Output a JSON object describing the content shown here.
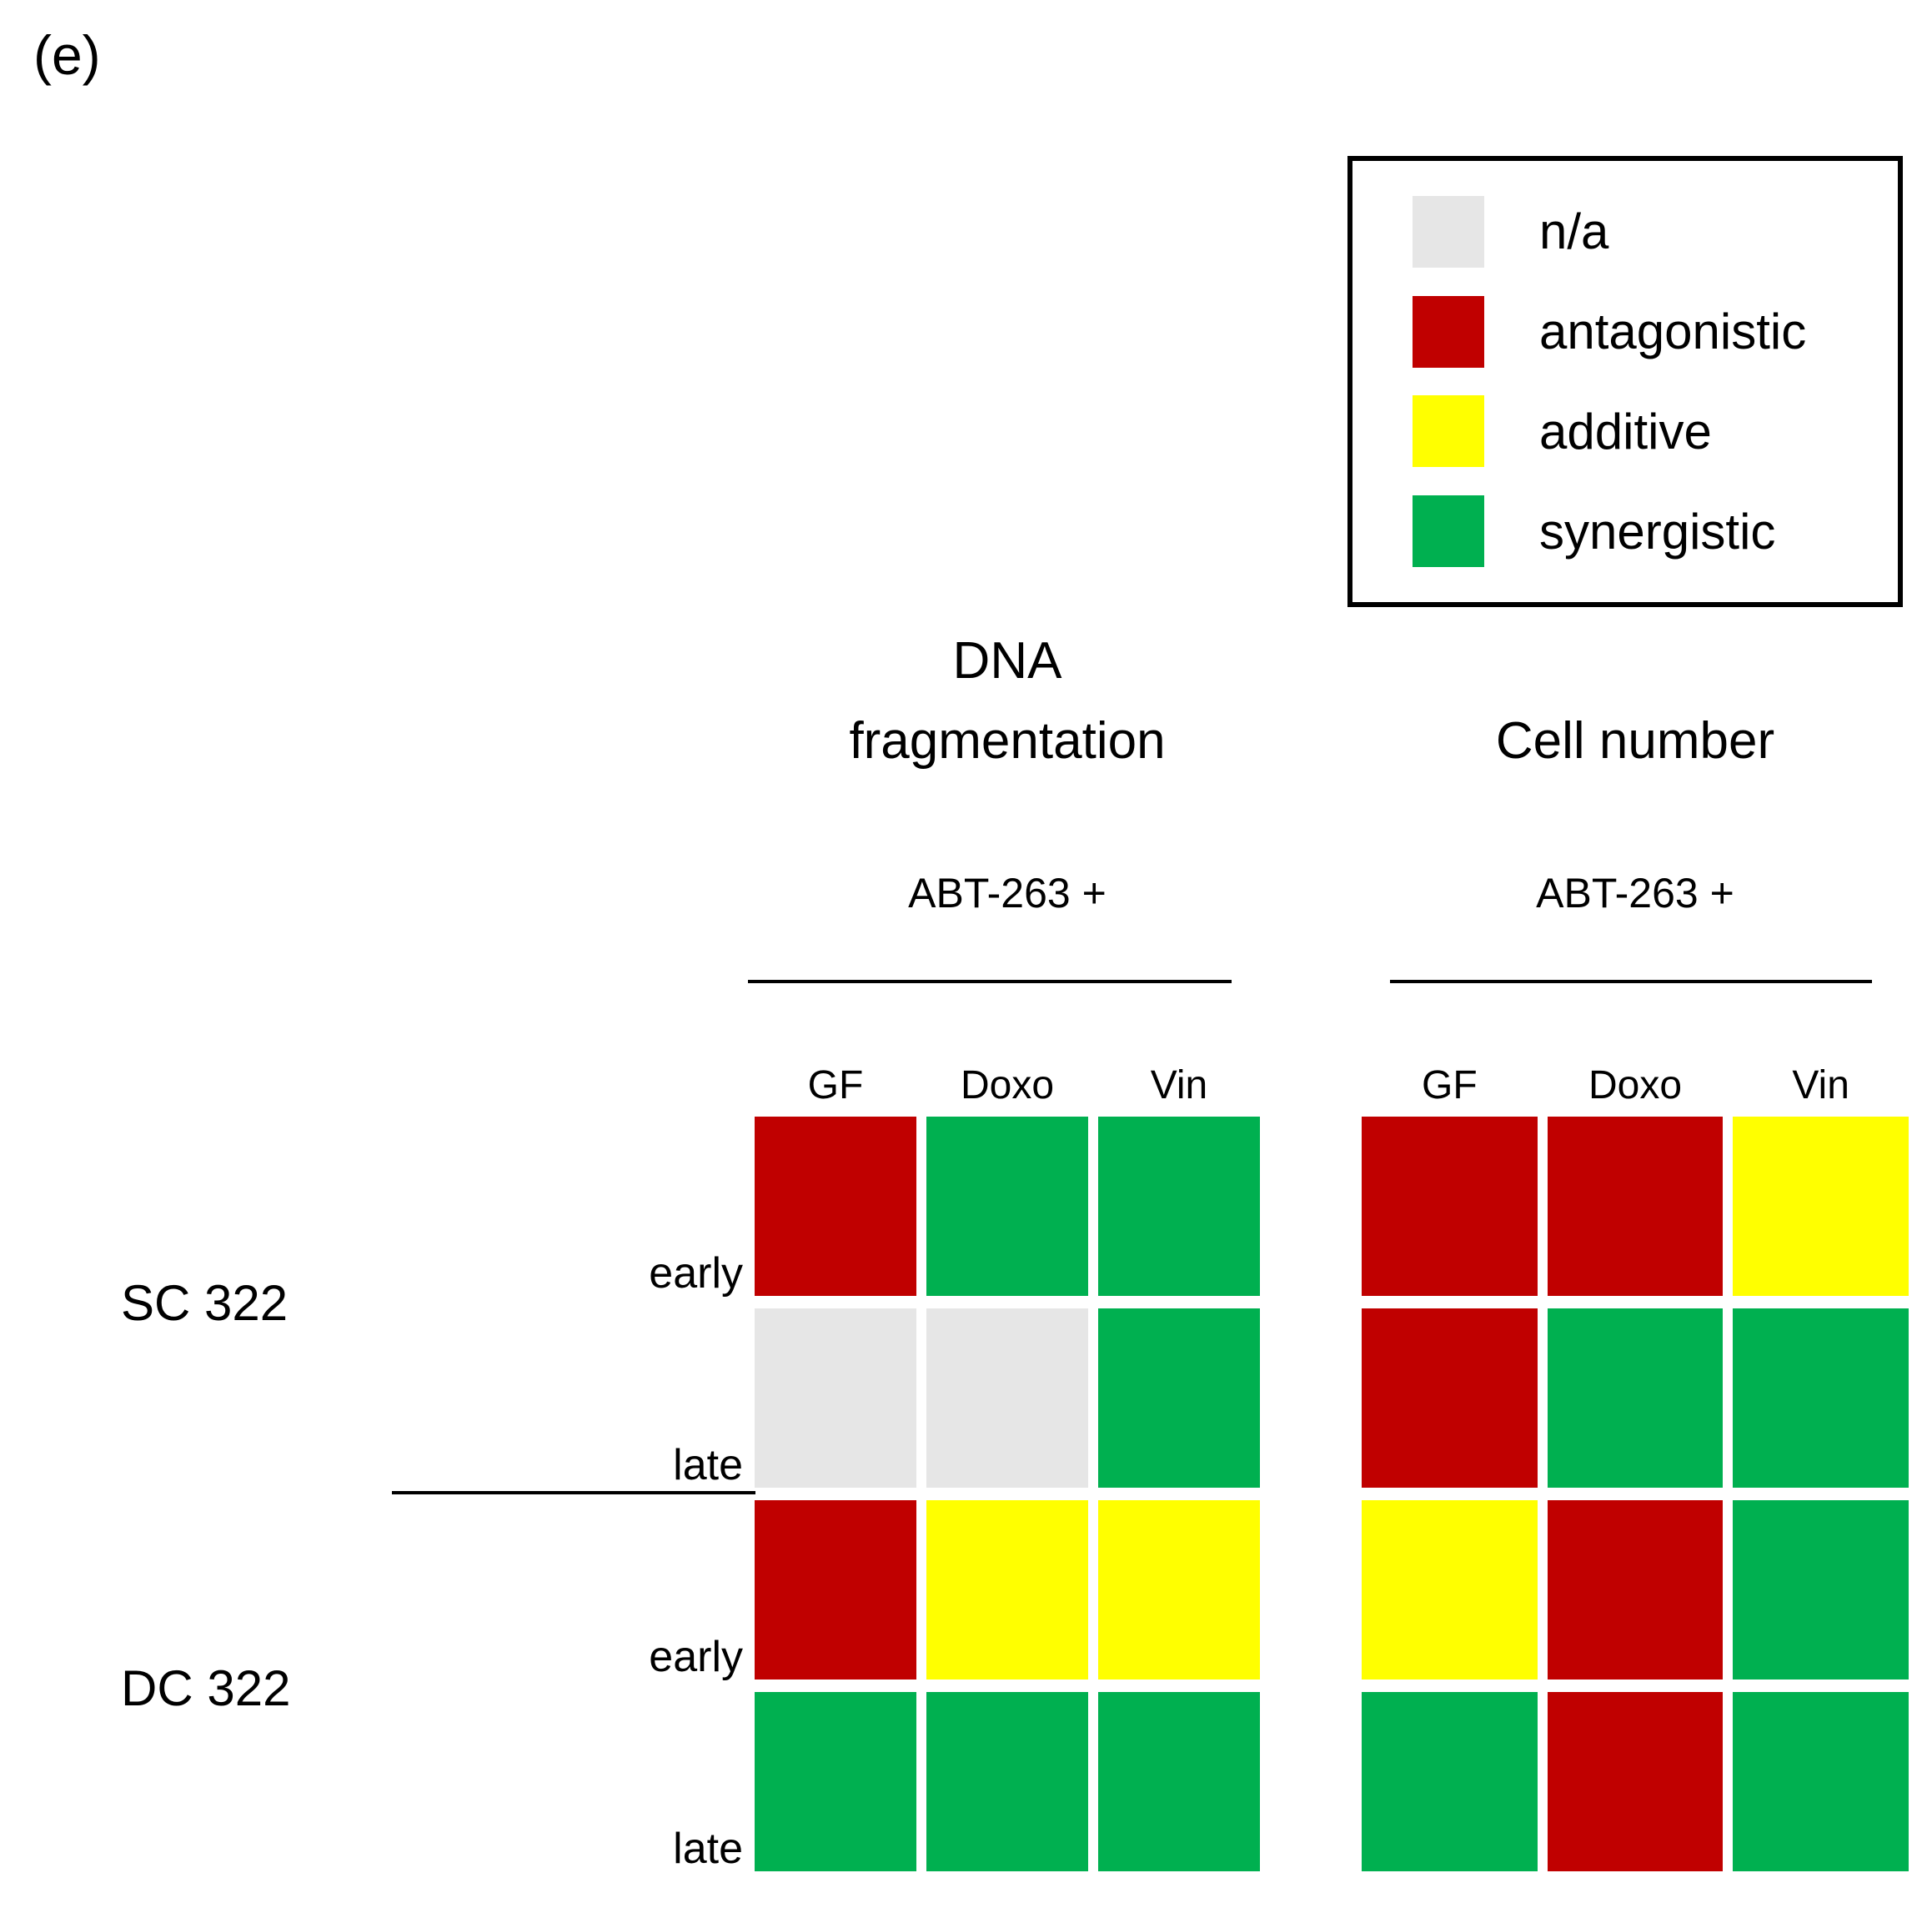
{
  "panel_label": "(e)",
  "colors": {
    "n/a": "#E6E6E6",
    "antagonistic": "#C00000",
    "additive": "#FFFF00",
    "synergistic": "#00B050"
  },
  "legend": {
    "items": [
      "n/a",
      "antagonistic",
      "additive",
      "synergistic"
    ]
  },
  "group_labels": [
    "SC 322",
    "DC 322"
  ],
  "row_time_labels": [
    "early",
    "late",
    "early",
    "late"
  ],
  "chart_data": {
    "type": "heatmap",
    "figure_label": "(e)",
    "legend_position": "top-right",
    "legend_entries": [
      "n/a",
      "antagonistic",
      "additive",
      "synergistic"
    ],
    "row_groups": [
      "SC 322",
      "DC 322"
    ],
    "panels": [
      {
        "title": "DNA fragmentation",
        "title_lines": [
          "DNA",
          "fragmentation"
        ],
        "subtitle": "ABT-263 +",
        "columns": [
          "GF",
          "Doxo",
          "Vin"
        ],
        "rows": [
          {
            "group": "SC 322",
            "time": "early",
            "cells": [
              "antagonistic",
              "synergistic",
              "synergistic"
            ]
          },
          {
            "group": "SC 322",
            "time": "late",
            "cells": [
              "n/a",
              "n/a",
              "synergistic"
            ]
          },
          {
            "group": "DC 322",
            "time": "early",
            "cells": [
              "antagonistic",
              "additive",
              "additive"
            ]
          },
          {
            "group": "DC 322",
            "time": "late",
            "cells": [
              "synergistic",
              "synergistic",
              "synergistic"
            ]
          }
        ]
      },
      {
        "title": "Cell number",
        "title_lines": [
          "Cell number"
        ],
        "subtitle": "ABT-263 +",
        "columns": [
          "GF",
          "Doxo",
          "Vin"
        ],
        "rows": [
          {
            "group": "SC 322",
            "time": "early",
            "cells": [
              "antagonistic",
              "antagonistic",
              "additive"
            ]
          },
          {
            "group": "SC 322",
            "time": "late",
            "cells": [
              "antagonistic",
              "synergistic",
              "synergistic"
            ]
          },
          {
            "group": "DC 322",
            "time": "early",
            "cells": [
              "additive",
              "antagonistic",
              "synergistic"
            ]
          },
          {
            "group": "DC 322",
            "time": "late",
            "cells": [
              "synergistic",
              "antagonistic",
              "synergistic"
            ]
          }
        ]
      }
    ]
  }
}
